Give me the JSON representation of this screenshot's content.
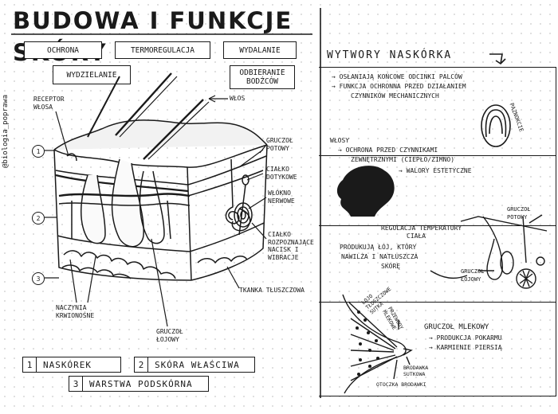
{
  "title": "BUDOWA I FUNKCJE SKÓRY",
  "sidebar_handle": "@biologia_poprawa",
  "function_boxes": [
    "OCHRONA",
    "TERMOREGULACJA",
    "WYDALANIE",
    "WYDZIELANIE",
    "ODBIERANIE BODŹCÓW"
  ],
  "skin_labels": {
    "receptor": "RECEPTOR WŁOSA",
    "hair": "WŁOS",
    "sweat_gland": "GRUCZOŁ POTOWY",
    "touch_body": "CIAŁKO DOTYKOWE",
    "nerve_fiber": "WŁÓKNO NERWOWE",
    "pressure_body": "CIAŁKO ROZPOZNAJĄCE NACISK I WIBRACJE",
    "fat_tissue": "TKANKA TŁUSZCZOWA",
    "vessels": "NACZYNIA KRWIONOŚNE",
    "sebaceous": "GRUCZOŁ ŁOJOWY"
  },
  "layer_numbers": [
    "1",
    "2",
    "3"
  ],
  "legend": [
    {
      "num": "1",
      "label": "NASKÓREK"
    },
    {
      "num": "2",
      "label": "SKÓRA WŁAŚCIWA"
    },
    {
      "num": "3",
      "label": "WARSTWA PODSKÓRNA"
    }
  ],
  "right": {
    "title": "WYTWORY NASKÓRKA",
    "nails": {
      "lines": [
        "→ OSŁANIAJĄ KOŃCOWE ODCINKI PALCÓW",
        "→ FUNKCJA OCHRONNA PRZED DZIAŁANIEM",
        "CZYNNIKÓW MECHANICZNYCH"
      ],
      "tag": "PAZNOKCIE"
    },
    "hair": {
      "lines": [
        "WŁOSY",
        "→ OCHRONA PRZED CZYNNIKAMI",
        "ZEWNĘTRZNYMI (CIEPŁO/ZIMNO)",
        "→ WALORY ESTETYCZNE"
      ]
    },
    "glands": {
      "heading": [
        "REGULACJA TEMPERATURY",
        "CIAŁA"
      ],
      "text": [
        "PRODUKUJĄ ŁÓJ, KTÓRY",
        "NAWILŻA I NATŁUSZCZA",
        "SKÓRĘ"
      ],
      "sweat_label": "GRUCZOŁ POTOWY",
      "sebaceous_label": "GRUCZOŁ ŁOJOWY"
    },
    "breast": {
      "heading": "GRUCZOŁ MLEKOWY",
      "items": [
        "→ PRODUKCJA POKARMU",
        "→ KARMIENIE PIERSIĄ"
      ],
      "labels": {
        "fat": "ŁOJO TŁUSZCZOWE SUTKA",
        "ducts": "PRZEWODY MLEKOWE",
        "nipple": "BRODAWKA SUTKOWA",
        "areola": "OTOCZKA BRODAWKI"
      }
    }
  }
}
